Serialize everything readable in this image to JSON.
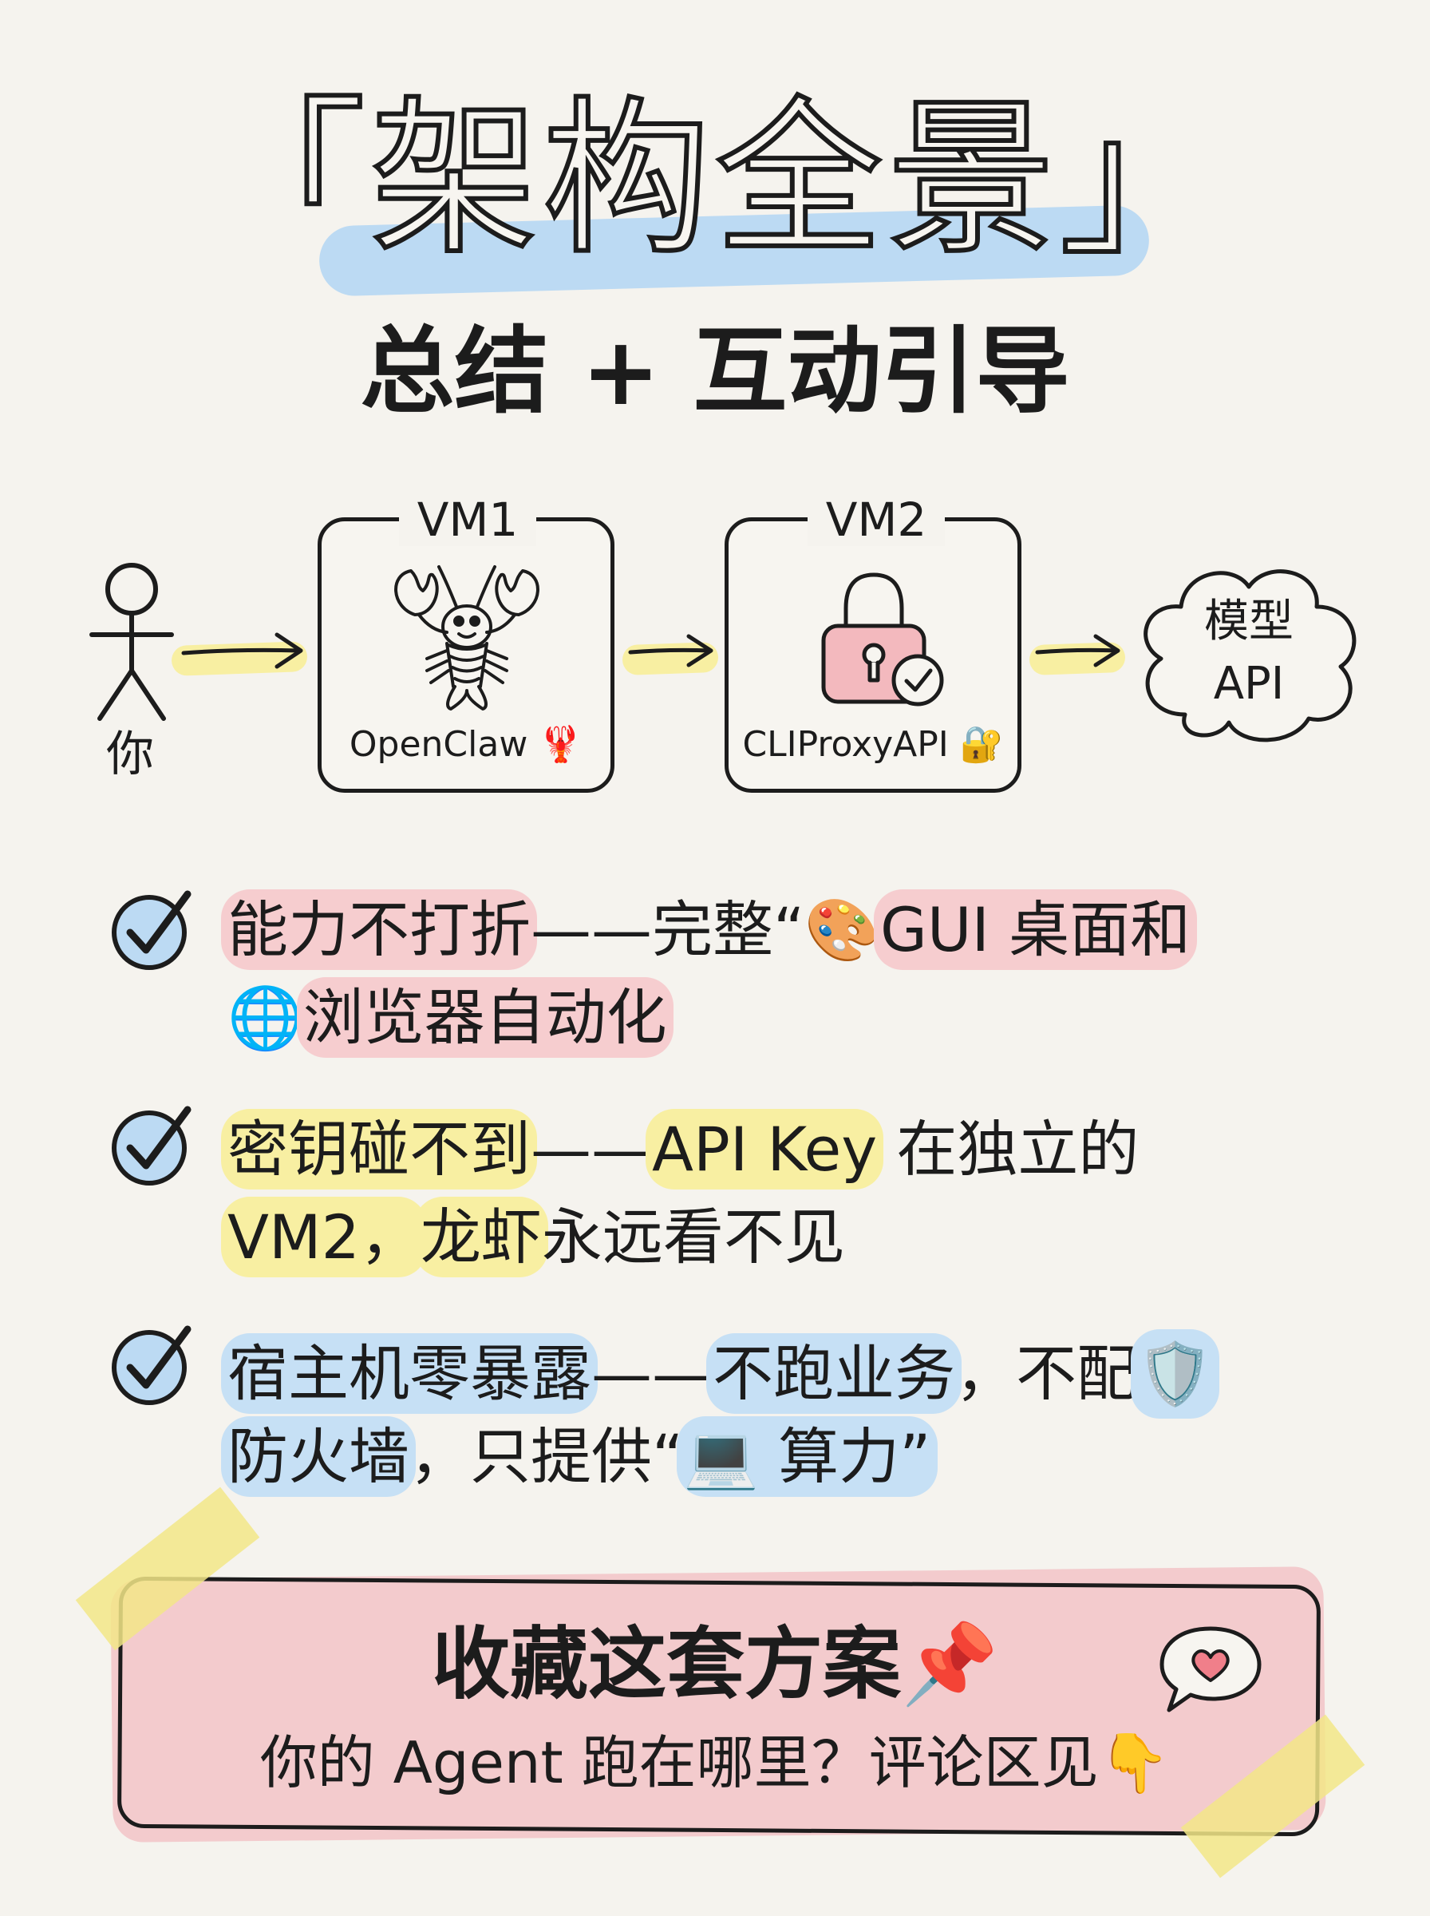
{
  "title": "「架构全景」",
  "subtitle": "总结 + 互动引导",
  "diagram": {
    "user_label": "你",
    "vm1": {
      "label": "VM1",
      "caption": "OpenClaw 🦞"
    },
    "vm2": {
      "label": "VM2",
      "caption": "CLIProxyAPI 🔐"
    },
    "cloud": {
      "line1": "模型",
      "line2": "API"
    }
  },
  "bullets": [
    {
      "line1": {
        "seg1": "能力不打折",
        "seg2": "——完整“",
        "emoji1": "🎨",
        "seg3": "GUI 桌面和"
      },
      "line2": {
        "emoji1": "🌐",
        "seg1": "浏览器自动化"
      }
    },
    {
      "line1": {
        "seg1": "密钥碰不到",
        "seg2": "——",
        "seg3": "API Key",
        "seg4": " 在独立的"
      },
      "line2": {
        "seg1": "VM2，",
        "seg2": "龙虾",
        "seg3": "永远看不见"
      }
    },
    {
      "line1": {
        "seg1": "宿主机零暴露",
        "seg2": "——",
        "seg3": "不跑业务",
        "seg4": "，不配",
        "emoji1": "🛡️"
      },
      "line2": {
        "seg1": "防火墙",
        "seg2": "，只提供“",
        "emoji1": "💻",
        "seg3": " 算力”"
      }
    }
  ],
  "footer": {
    "title": "收藏这套方案📌",
    "subtitle": "你的 Agent 跑在哪里？评论区见👇"
  },
  "colors": {
    "background": "#f5f3ee",
    "pink_highlight": "#f6cdcf",
    "yellow_highlight": "#f8efa2",
    "blue_highlight": "#c6e0f5",
    "ink": "#1c1c1c",
    "check_fill": "#bcdaf3"
  }
}
